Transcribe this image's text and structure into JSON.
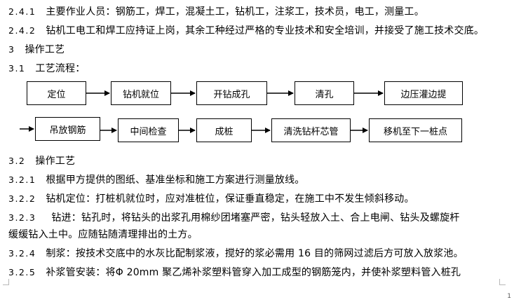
{
  "lines": [
    {
      "num": "2.4.1",
      "text": "主要作业人员：钢筋工，焊工，混凝土工，钻机工，注浆工，技术员，电工，测量工。"
    },
    {
      "num": "2.4.2",
      "text": "钻机工电工和焊工应持证上岗，其余工种经过严格的专业技术和安全培训，并接受了施工技术交底。"
    },
    {
      "num": "3",
      "text": "操作工艺"
    },
    {
      "num": "3.1",
      "text": "工艺流程："
    },
    {
      "num": "3.2",
      "text": "操作工艺"
    },
    {
      "num": "3.2.1",
      "text": "根据甲方提供的图纸、基准坐标和施工方案进行测量放线。"
    },
    {
      "num": "3.2.2",
      "text": "钻机定位：打桩机就位时，应对准桩位，保证垂直稳定，在施工中不发生倾斜移动。"
    },
    {
      "num": "3.2.3",
      "text": "钻进：钻孔时，将钻头的出浆孔用棉纱团堵塞严密，钻头轻放入土、合上电闸、钻头及螺旋杆"
    },
    {
      "num": "",
      "text": "缓缓钻入土中。应随钻随清理排出的土方。"
    },
    {
      "num": "3.2.4",
      "text": "制浆：按技术交底中的水灰比配制浆液，搅好的浆必需用 16 目的筛网过滤后方可放入放浆池。"
    },
    {
      "num": "3.2.5",
      "text": "补浆管安装：将Φ 20mm 聚乙烯补浆塑料管穿入加工成型的钢筋笼内，并使补浆塑料管入桩孔"
    }
  ],
  "flow": {
    "row1": [
      "定位",
      "钻机就位",
      "开钻成孔",
      "清孔",
      "边压灌边提"
    ],
    "row2": [
      "吊放钢筋",
      "中间检查",
      "成桩",
      "清洗钻杆芯管",
      "移机至下一桩点"
    ]
  },
  "page_number": "1"
}
